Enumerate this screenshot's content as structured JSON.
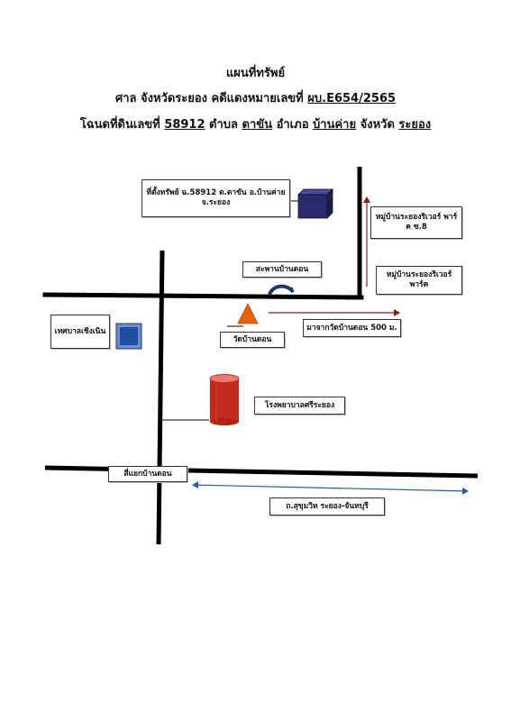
{
  "header": {
    "title": "แผนที่ทรัพย์",
    "line2_prefix": "ศาล จังหวัดระยอง  คดีแดงหมายเลขที่ ",
    "case_no": "ผบ.E654/2565",
    "line3_prefix": "โฉนดที่ดินเลขที่ ",
    "deed_no": "58912",
    "subdistrict_label": " ตำบล ",
    "subdistrict": "ตาขัน",
    "district_label": "  อำเภอ ",
    "district": "บ้านค่าย",
    "province_label": " จังหวัด ",
    "province": "ระยอง"
  },
  "labels": {
    "property": "ที่ตั้งทรัพย์ ฉ.58912 ต.ตาขัน อ.บ้านค่าย จ.ระยอง",
    "village_8": "หมู่บ้านระยองริเวอร์ พาร์ค ซ.8",
    "village": "หมู่บ้านระยองริเวอร์ พาร์ค",
    "bridge": "สะพานบ้านดอน",
    "municipality": "เทศบาลเชิงเนิน",
    "temple": "วัดบ้านดอน",
    "distance": "มาจากวัดบ้านดอน 500 ม.",
    "hospital": "โรงพยาบาลศรีระยอง",
    "intersection": "สี่แยกบ้านดอน",
    "road": "ถ.สุขุมวิท ระยอง-จันทบุรี"
  },
  "colors": {
    "building_navy": "#2b2a6b",
    "municipality_blue": "#1f4fa0",
    "temple_orange": "#e8620c",
    "hospital_red": "#c42a1e",
    "arrow_red": "#8b1a1a",
    "arrow_blue": "#2a5aa0"
  },
  "icons": [
    "building-icon",
    "municipality-icon",
    "temple-icon",
    "hospital-icon",
    "bridge-icon"
  ]
}
